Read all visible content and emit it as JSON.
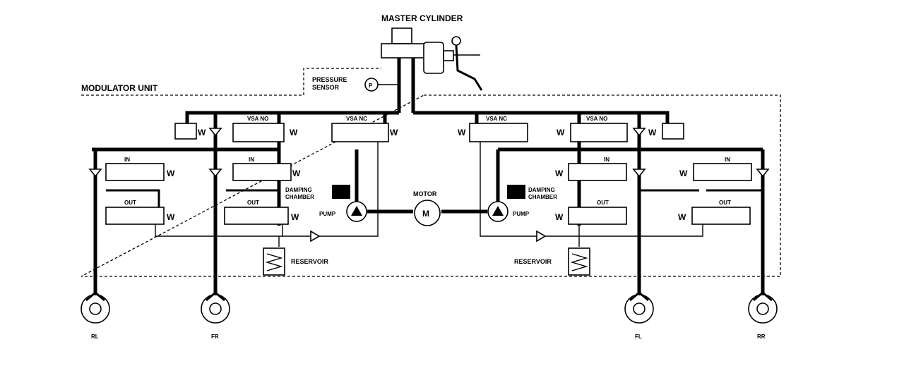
{
  "labels": {
    "master_cylinder": "MASTER CYLINDER",
    "modulator_unit": "MODULATOR UNIT",
    "pressure_sensor_line1": "PRESSURE",
    "pressure_sensor_line2": "SENSOR",
    "pressure_symbol": "P",
    "motor": "MOTOR",
    "motor_symbol": "M",
    "pump": "PUMP",
    "damping_chamber_line1": "DAMPING",
    "damping_chamber_line2": "CHAMBER",
    "reservoir": "RESERVOIR",
    "vsa_no": "VSA NO",
    "vsa_nc": "VSA NC",
    "in": "IN",
    "out": "OUT",
    "solenoid": "W"
  },
  "wheels": [
    {
      "label": "RL"
    },
    {
      "label": "FR"
    },
    {
      "label": "FL"
    },
    {
      "label": "RR"
    }
  ]
}
